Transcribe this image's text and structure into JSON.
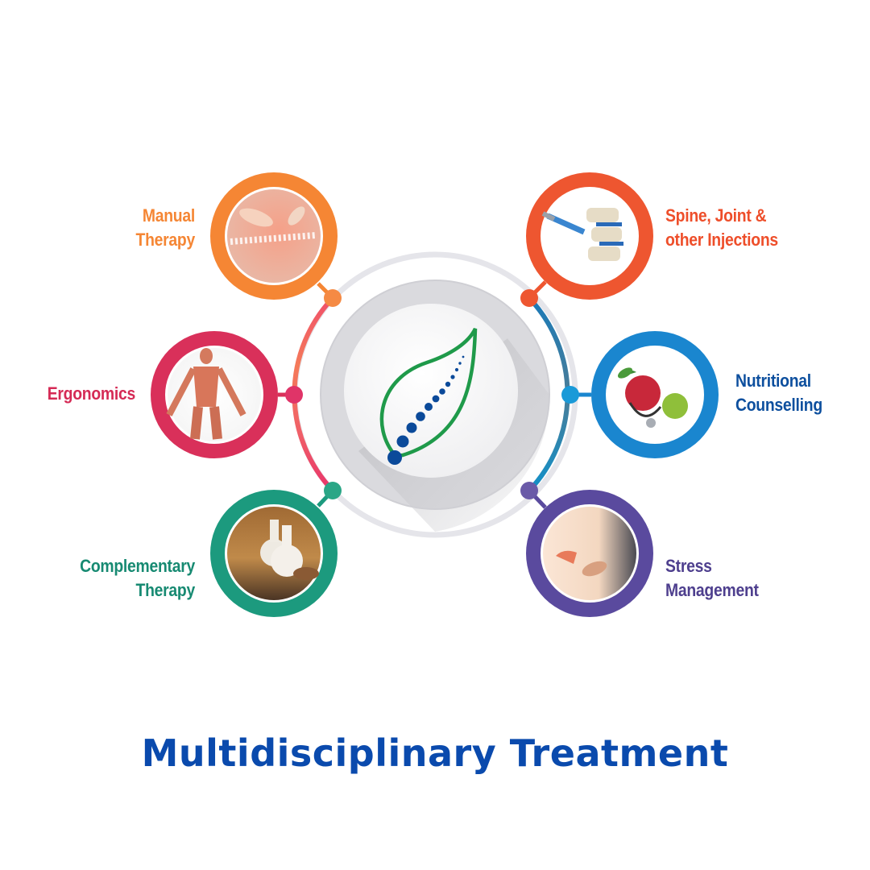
{
  "title": "Multidisciplinary Treatment",
  "center_logo": {
    "name": "leaf-spine-logo",
    "leaf_color": "#1f9a4a",
    "dots_color": "#0b4a9a"
  },
  "nodes": [
    {
      "id": "manual-therapy",
      "lines": [
        "Manual",
        "Therapy"
      ],
      "color": "#f58634",
      "image": "massage-spine-photo"
    },
    {
      "id": "spine-injections",
      "lines": [
        "Spine, Joint &",
        "other Injections"
      ],
      "color": "#ee5630",
      "image": "spine-syringe-photo"
    },
    {
      "id": "ergonomics",
      "lines": [
        "Ergonomics"
      ],
      "color": "#d9305a",
      "image": "muscle-anatomy-photo"
    },
    {
      "id": "nutritional-counselling",
      "lines": [
        "Nutritional",
        "Counselling"
      ],
      "color": "#1a86cf",
      "label_color": "#0d4f9e",
      "image": "apple-stethoscope-photo"
    },
    {
      "id": "complementary-therapy",
      "lines": [
        "Complementary",
        "Therapy"
      ],
      "color": "#1c9a7e",
      "label_color": "#178a72",
      "image": "herbal-compress-photo"
    },
    {
      "id": "stress-management",
      "lines": [
        "Stress",
        "Management"
      ],
      "color": "#5a4a9e",
      "label_color": "#4e3f8e",
      "image": "clasped-hands-photo"
    }
  ],
  "colors": {
    "ring_gray": "#e6e6ea",
    "title": "#0a4aad"
  }
}
